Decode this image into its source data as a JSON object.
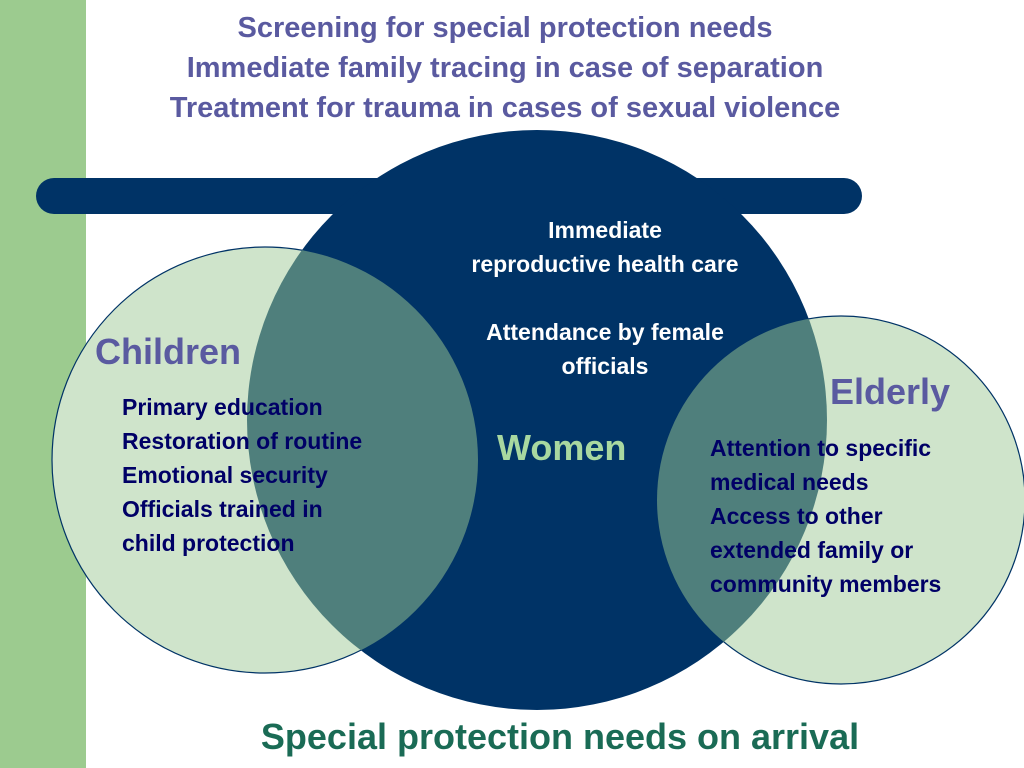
{
  "colors": {
    "left_stripe": "#9ccb8f",
    "navy": "#003366",
    "light_green": "#cfe4cb",
    "overlap": "#4f7f7c",
    "header_text": "#5a5aa0",
    "body_text": "#000066",
    "women_text": "#a8d8a0",
    "footer_text": "#1a6b55",
    "white": "#ffffff"
  },
  "header": {
    "lines": [
      "Screening for special protection needs",
      "Immediate family tracing in case of separation",
      "Treatment for trauma in cases of sexual violence"
    ]
  },
  "women": {
    "title": "Women",
    "lines": [
      "Immediate",
      "reproductive health care",
      "",
      "Attendance by female",
      "officials"
    ]
  },
  "children": {
    "title": "Children",
    "lines": [
      "Primary education",
      "Restoration of routine",
      "Emotional security",
      "Officials trained in",
      "child protection"
    ]
  },
  "elderly": {
    "title": "Elderly",
    "lines": [
      "Attention to specific",
      "medical needs",
      "Access to other",
      "extended family or",
      "community members"
    ]
  },
  "footer": {
    "title": "Special protection needs on arrival"
  }
}
